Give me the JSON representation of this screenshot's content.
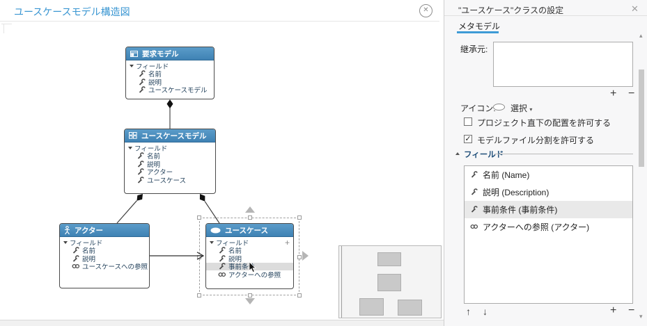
{
  "canvas": {
    "title": "ユースケースモデル構造図"
  },
  "diagram": {
    "boxes": [
      {
        "title": "要求モデル",
        "icon": "window-icon",
        "rows": [
          "フィールド",
          "名前",
          "説明",
          "ユースケースモデル"
        ]
      },
      {
        "title": "ユースケースモデル",
        "icon": "model-icon",
        "rows": [
          "フィールド",
          "名前",
          "説明",
          "アクター",
          "ユースケース"
        ]
      },
      {
        "title": "アクター",
        "icon": "actor-icon",
        "rows": [
          "フィールド",
          "名前",
          "説明",
          "ユースケースへの参照"
        ]
      },
      {
        "title": "ユースケース",
        "icon": "ellipse-icon",
        "selected": true,
        "plus_label": "+",
        "rows": [
          "フィールド",
          "名前",
          "説明",
          "事前条件",
          "アクターへの参照"
        ],
        "highlighted_row": "事前条件"
      }
    ],
    "relations": [
      "要求モデル◆—ユースケースモデル",
      "ユースケースモデル◆—アクター",
      "ユースケースモデル◆—ユースケース",
      "アクター —▷ ユースケース"
    ]
  },
  "panel": {
    "title": "\"ユースケース\"クラスの設定",
    "tab": "メタモデル",
    "inherit_label": "継承元:",
    "inherit_add": "+",
    "inherit_remove": "−",
    "icon_label": "アイコン:",
    "icon_select_label": "選択",
    "checkboxes": [
      {
        "label": "プロジェクト直下の配置を許可する",
        "checked": false
      },
      {
        "label": "モデルファイル分割を許可する",
        "checked": true,
        "checkmark": "✓"
      }
    ],
    "fields_section_label": "フィールド",
    "fields": [
      {
        "label": "名前 (Name)",
        "icon": "wrench-icon",
        "selected": false
      },
      {
        "label": "説明 (Description)",
        "icon": "wrench-icon",
        "selected": false
      },
      {
        "label": "事前条件 (事前条件)",
        "icon": "wrench-icon",
        "selected": true
      },
      {
        "label": "アクターへの参照 (アクター)",
        "icon": "link-icon",
        "selected": false
      }
    ],
    "controls": {
      "up": "↑",
      "down": "↓",
      "add": "+",
      "remove": "−"
    }
  },
  "colors": {
    "accent_blue": "#3a96d2",
    "box_header_blue": "#4589bb",
    "section_navy": "#1f4e79",
    "selection_gray": "#b5b5b5"
  }
}
